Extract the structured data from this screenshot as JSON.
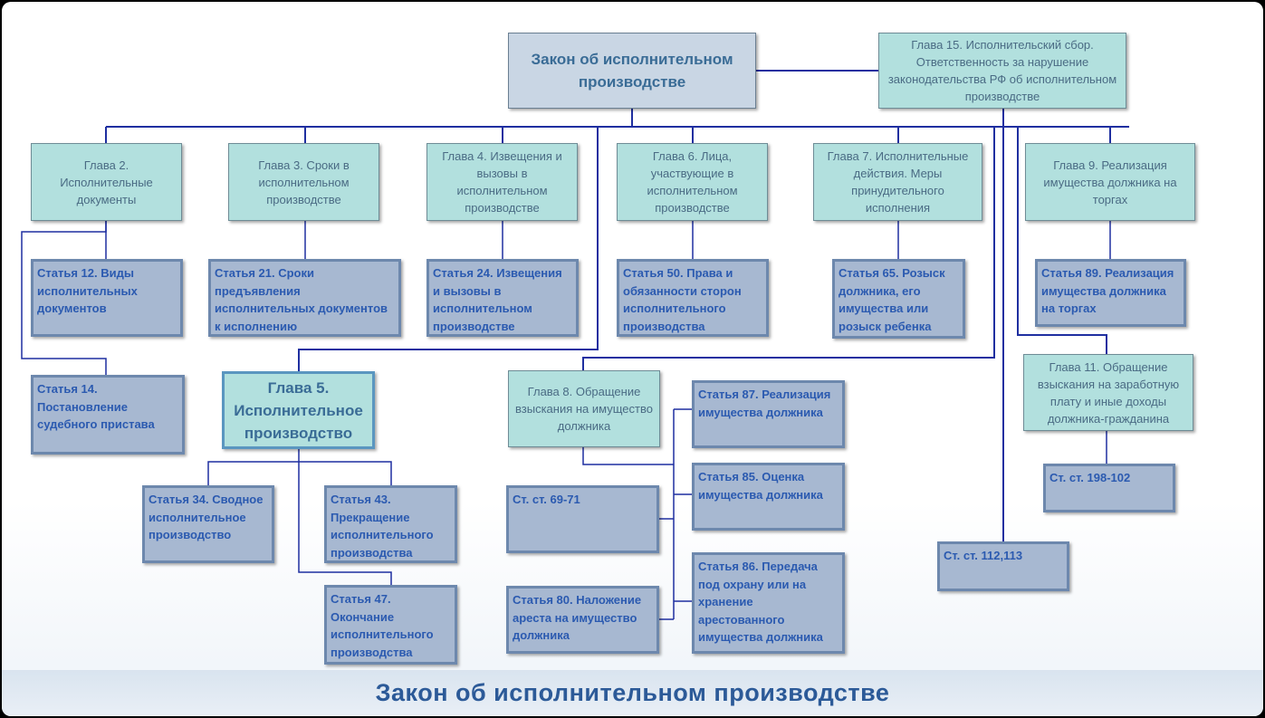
{
  "root": "Закон об исполнительном производстве",
  "chapters": {
    "ch15": "Глава 15. Исполнительский сбор. Ответственность за нарушение законодательства РФ об исполнительном производстве",
    "ch2": "Глава 2. Исполнительные документы",
    "ch3": "Глава 3. Сроки в исполнительном производстве",
    "ch4": "Глава 4. Извещения и вызовы в исполнительном производстве",
    "ch6": "Глава 6. Лица, участвующие в исполнительном производстве",
    "ch7": "Глава 7. Исполнительные действия. Меры принудительного исполнения",
    "ch9": "Глава 9. Реализация имущества должника на торгах",
    "ch5": "Глава 5. Исполнительное производство",
    "ch8": "Глава 8. Обращение взыскания на имущество должника",
    "ch11": "Глава 11. Обращение взыскания на заработную плату и иные доходы должника-гражданина"
  },
  "articles": {
    "a12": "Статья 12. Виды исполнительных документов",
    "a14": "Статья 14. Постановление судебного пристава",
    "a21": "Статья 21. Сроки предъявления исполнительных документов к исполнению",
    "a24": "Статья 24. Извещения и вызовы в исполнительном производстве",
    "a50": "Статья 50. Права и обязанности сторон исполнительного производства",
    "a65": "Статья 65. Розыск должника, его имущества или розыск ребенка",
    "a89": "Статья 89. Реализация имущества должника на торгах",
    "a34": "Статья 34. Сводное исполнительное производство",
    "a43": "Статья 43. Прекращение исполнительного производства",
    "a47": "Статья 47. Окончание исполнительного производства",
    "a69": "Ст. ст. 69-71",
    "a80": "Статья 80. Наложение ареста на имущество должника",
    "a87": "Статья 87. Реализация имущества должника",
    "a85": "Статья 85. Оценка имущества должника",
    "a86": "Статья 86. Передача под охрану или на хранение арестованного имущества должника",
    "a112": "Ст. ст. 112,113",
    "a198": "Ст. ст. 198-102"
  },
  "footer_title": "Закон об исполнительном производстве",
  "colors": {
    "chapter_fill": "#b2e0de",
    "article_fill": "#a7b8d1",
    "root_fill": "#c9d6e4",
    "connector": "#1f2fa0",
    "text": "#2b5ab0"
  }
}
